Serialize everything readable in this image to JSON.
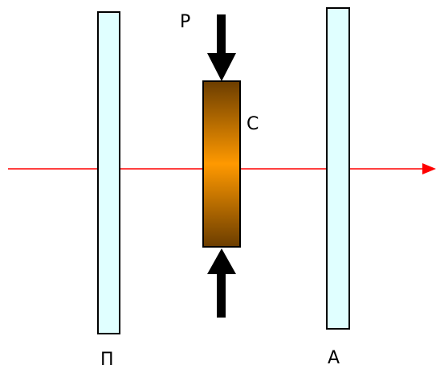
{
  "diagram": {
    "labels": {
      "polarizer": "П",
      "analyzer": "А",
      "sample": "С",
      "pressure": "P"
    },
    "colors": {
      "beam": "#ff0000",
      "plate_fill": "#e0ffff",
      "plate_stroke": "#000000",
      "sample_center": "#ff9900",
      "sample_edge": "#6b3d00",
      "arrow": "#000000"
    }
  }
}
